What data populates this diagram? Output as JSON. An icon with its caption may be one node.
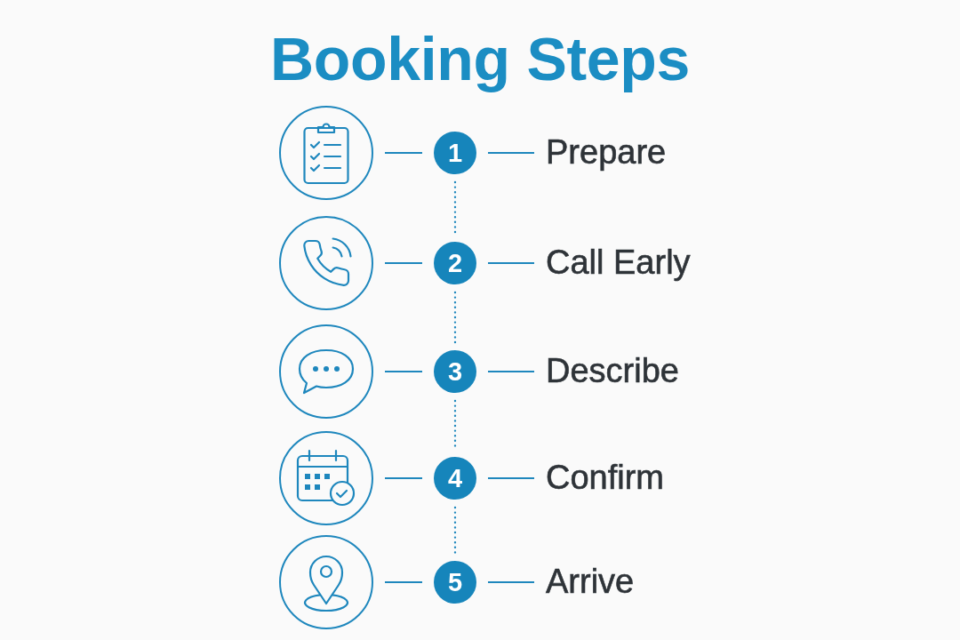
{
  "diagram": {
    "title": "Booking Steps",
    "nodes": [
      {
        "text": [],
        "shape": "circle"
      },
      {
        "text": [
          "1"
        ]
      },
      {
        "text": [
          "Prepare"
        ]
      },
      {
        "text": [],
        "shape": "circle"
      },
      {
        "text": [
          "2"
        ]
      },
      {
        "text": [
          "Call Early"
        ]
      },
      {
        "text": [],
        "shape": "circle"
      },
      {
        "text": [
          "3"
        ]
      },
      {
        "text": [
          "Describe"
        ]
      },
      {
        "text": [],
        "shape": "circle"
      },
      {
        "text": [
          "4"
        ]
      },
      {
        "text": [
          "Confirm"
        ]
      },
      {
        "text": [],
        "shape": "circle"
      },
      {
        "text": [
          "5"
        ]
      },
      {
        "text": [
          "Arrive"
        ]
      }
    ],
    "edges": [
      {
        "from": 0,
        "to": 1,
        "arrow": "none"
      },
      {
        "from": 1,
        "to": 2,
        "arrow": "none"
      },
      {
        "from": 1,
        "to": 4,
        "arrow": "none",
        "style": "dashed"
      },
      {
        "from": 3,
        "to": 4,
        "arrow": "none"
      },
      {
        "from": 4,
        "to": 5,
        "arrow": "none"
      },
      {
        "from": 4,
        "to": 7,
        "arrow": "none",
        "style": "dashed"
      },
      {
        "from": 6,
        "to": 7,
        "arrow": "none"
      },
      {
        "from": 7,
        "to": 8,
        "arrow": "none"
      },
      {
        "from": 7,
        "to": 10,
        "arrow": "none",
        "style": "dashed"
      },
      {
        "from": 9,
        "to": 10,
        "arrow": "none"
      },
      {
        "from": 10,
        "to": 11,
        "arrow": "none"
      },
      {
        "from": 10,
        "to": 13,
        "arrow": "none",
        "style": "dashed"
      },
      {
        "from": 12,
        "to": 13,
        "arrow": "none"
      },
      {
        "from": 13,
        "to": 14,
        "arrow": "none"
      }
    ]
  }
}
